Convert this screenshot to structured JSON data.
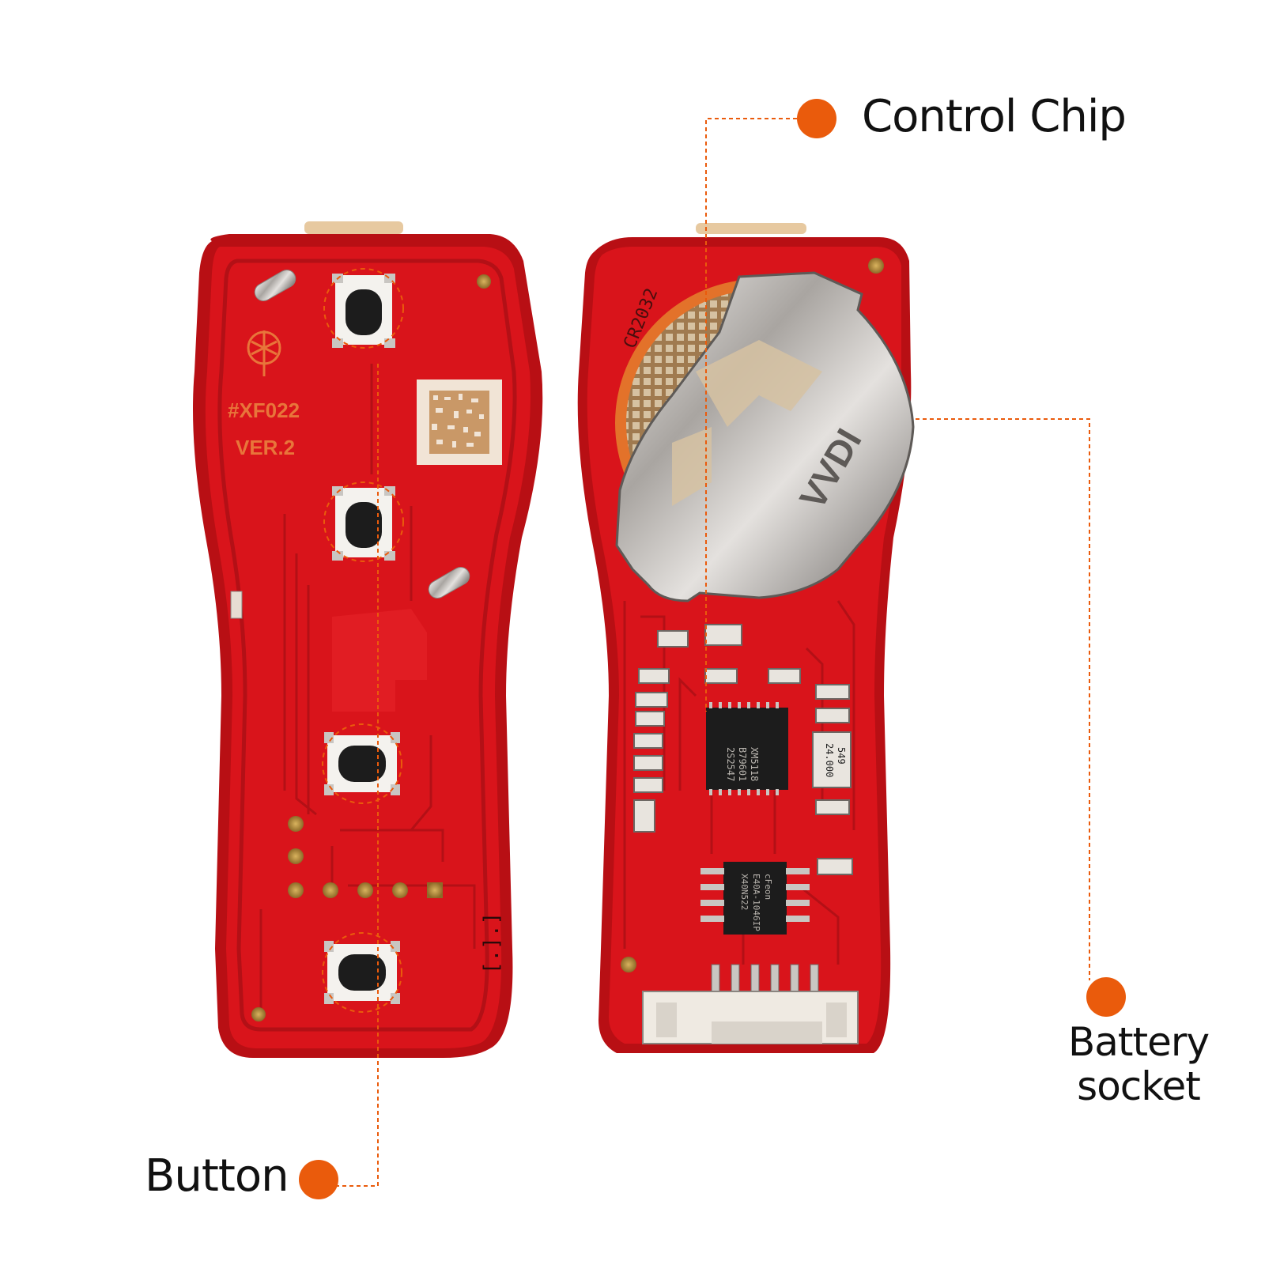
{
  "callouts": {
    "control_chip": "Control Chip",
    "battery_socket_line1": "Battery",
    "battery_socket_line2": "socket",
    "button": "Button"
  },
  "board_markings": {
    "part_number": "#XF022",
    "version": "VER.2",
    "battery_type": "CR2032",
    "crystal_freq": "24.000",
    "crystal_code": "549",
    "chip_line1": "XM5118",
    "chip_line2": "B79601",
    "chip_line3": "2S2547",
    "eeprom_line1": "cFeon",
    "eeprom_line2": "E40A-1046IP",
    "eeprom_line3": "X40N522",
    "holder_brand": "VVDI"
  },
  "colors": {
    "pcb_red": "#d9141b",
    "pcb_edge": "#b80f14",
    "accent_orange": "#ea5b0c",
    "metal": "#c9c6c2",
    "chip_black": "#1c1c1c"
  }
}
